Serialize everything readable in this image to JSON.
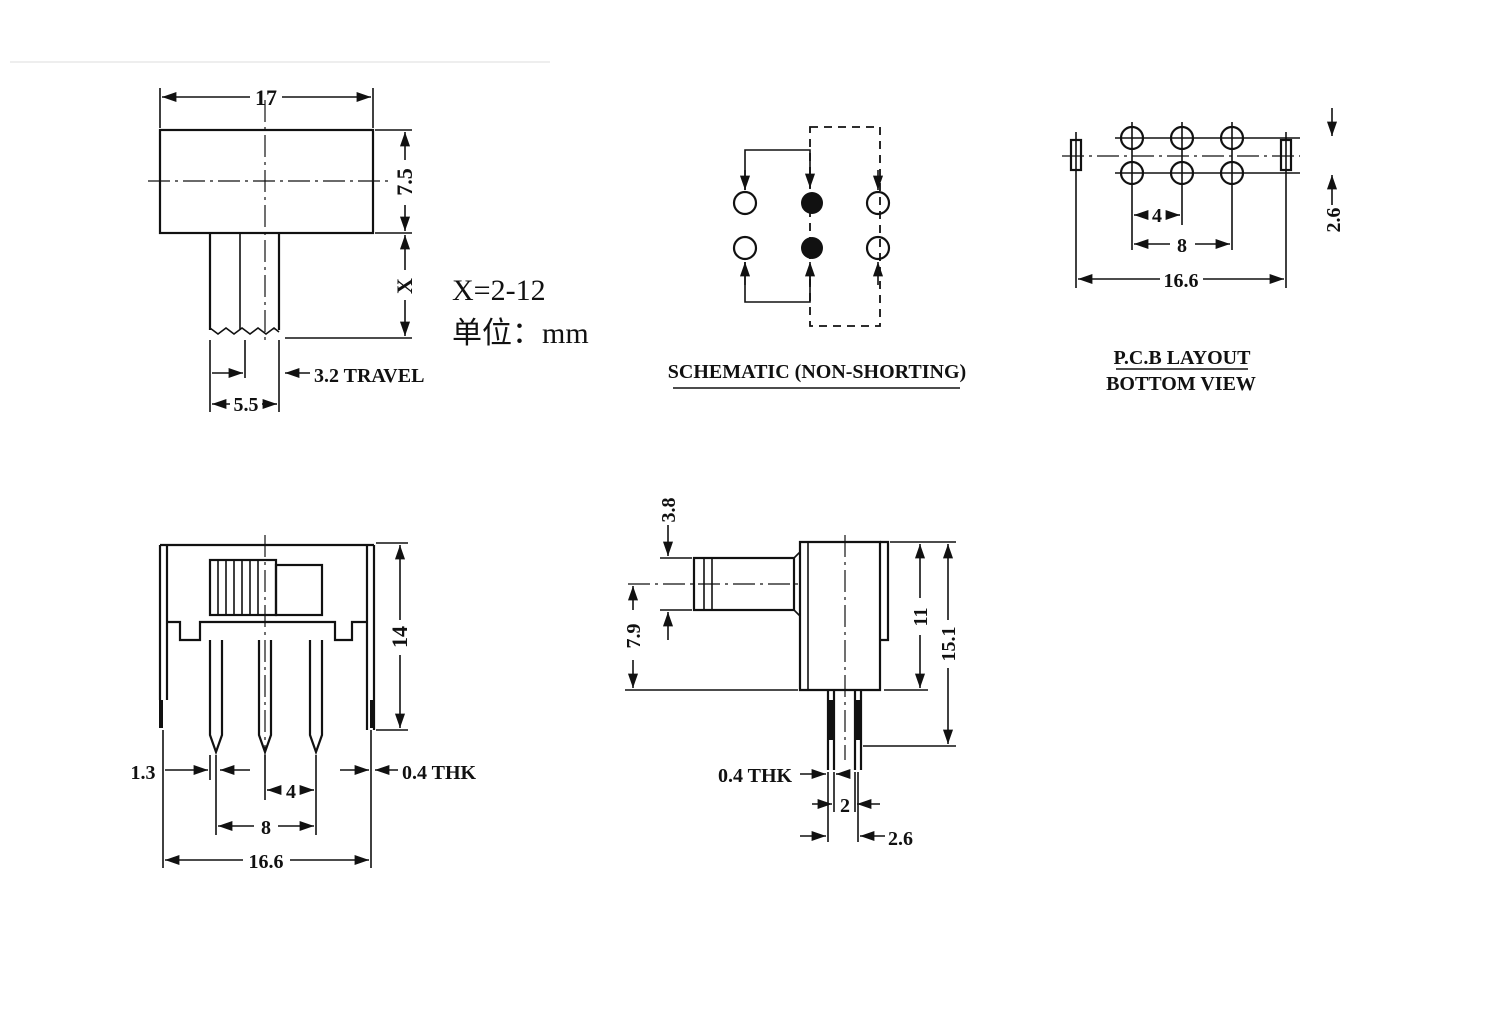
{
  "top_view": {
    "width_dim": "17",
    "height_dim": "7.5",
    "lever_dim": "X",
    "x_range_note": "X=2-12",
    "unit_note": "单位：mm",
    "lever_width_dim": "5.5",
    "travel_note": "3.2 TRAVEL"
  },
  "schematic": {
    "caption": "SCHEMATIC (NON-SHORTING)"
  },
  "pcb_layout": {
    "pitch_dim": "4",
    "span_dim": "8",
    "overall_dim": "16.6",
    "row_spacing_dim": "2.6",
    "caption_line1": "P.C.B LAYOUT",
    "caption_line2": "BOTTOM VIEW"
  },
  "front_view": {
    "height_dim": "14",
    "leg_offset_dim": "1.3",
    "pitch_dim": "4",
    "span_dim": "8",
    "overall_dim": "16.6",
    "thickness_note": "0.4 THK"
  },
  "side_view": {
    "lever_dim": "3.8",
    "lever_height_dim": "7.9",
    "body_height_dim": "11",
    "overall_height_dim": "15.1",
    "thickness_note": "0.4 THK",
    "pin_spacing_dim": "2",
    "pin_offset_dim": "2.6"
  },
  "colors": {
    "line": "#111111",
    "background": "#ffffff"
  }
}
